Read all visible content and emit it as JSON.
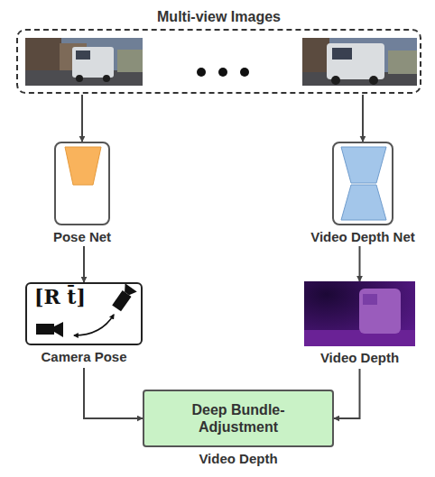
{
  "diagram": {
    "nodes": [
      {
        "text": [
          "Multi-view Images"
        ]
      },
      {
        "text": [
          "Pose Net"
        ]
      },
      {
        "text": [
          "Video Depth Net"
        ]
      },
      {
        "text": [
          "[R t̄]",
          "Camera Pose"
        ]
      },
      {
        "text": [
          "Video Depth"
        ]
      },
      {
        "text": [
          "Deep Bundle-Adjustment",
          "Video Depth"
        ]
      }
    ],
    "edges": [
      {
        "from": 0,
        "to": 1,
        "arrow": "to"
      },
      {
        "from": 0,
        "to": 2,
        "arrow": "to"
      },
      {
        "from": 1,
        "to": 3,
        "arrow": "to"
      },
      {
        "from": 2,
        "to": 4,
        "arrow": "to"
      },
      {
        "from": 3,
        "to": 5,
        "arrow": "to"
      },
      {
        "from": 4,
        "to": 5,
        "arrow": "to"
      }
    ]
  }
}
